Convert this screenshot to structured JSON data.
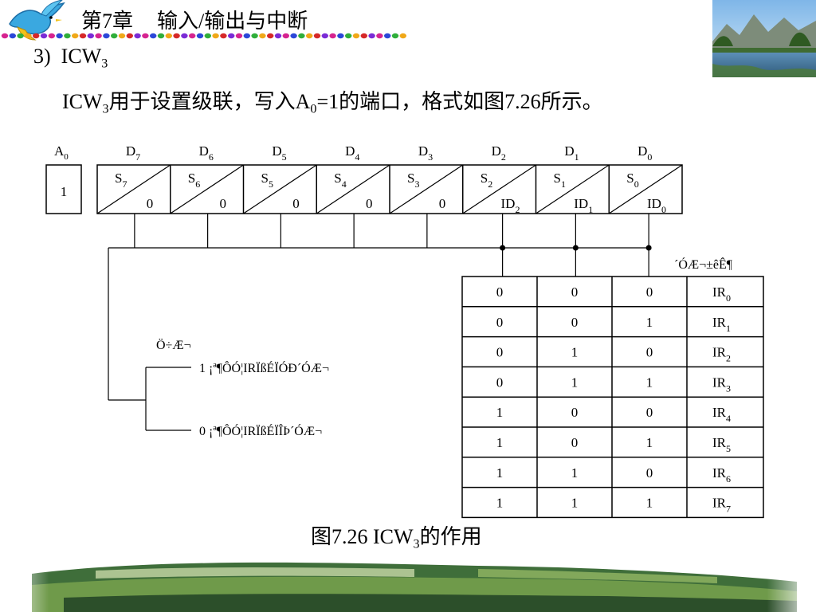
{
  "header": {
    "chapter_label": "第7章",
    "chapter_title": "输入/输出与中断"
  },
  "section": {
    "number": "3)",
    "name": "ICW",
    "name_sub": "3"
  },
  "intro": {
    "word": "ICW",
    "word_sub": "3",
    "text_a": "用于设置级联，写入A",
    "a_sub": "0",
    "text_b": "=1的端口，格式如图7.26所示。"
  },
  "register": {
    "a0_label": "A",
    "a0_sub": "0",
    "a0_value": "1",
    "bits": [
      {
        "d": "D",
        "d_sub": "7",
        "s": "S",
        "s_sub": "7",
        "v": "0",
        "v_sub": ""
      },
      {
        "d": "D",
        "d_sub": "6",
        "s": "S",
        "s_sub": "6",
        "v": "0",
        "v_sub": ""
      },
      {
        "d": "D",
        "d_sub": "5",
        "s": "S",
        "s_sub": "5",
        "v": "0",
        "v_sub": ""
      },
      {
        "d": "D",
        "d_sub": "4",
        "s": "S",
        "s_sub": "4",
        "v": "0",
        "v_sub": ""
      },
      {
        "d": "D",
        "d_sub": "3",
        "s": "S",
        "s_sub": "3",
        "v": "0",
        "v_sub": ""
      },
      {
        "d": "D",
        "d_sub": "2",
        "s": "S",
        "s_sub": "2",
        "v": "ID",
        "v_sub": "2"
      },
      {
        "d": "D",
        "d_sub": "1",
        "s": "S",
        "s_sub": "1",
        "v": "ID",
        "v_sub": "1"
      },
      {
        "d": "D",
        "d_sub": "0",
        "s": "S",
        "s_sub": "0",
        "v": "ID",
        "v_sub": "0"
      }
    ]
  },
  "labels": {
    "table_heading": "´ÓÆ¬±êÊ¶",
    "master_heading": "Ö÷Æ¬",
    "opt1": "1 ¡ª¶ÔÓ¦IRÏßÉÏÓÐ´ÓÆ¬",
    "opt0": "0 ¡ª¶ÔÓ¦IRÏßÉÏÎÞ´ÓÆ¬"
  },
  "id_table": [
    {
      "b2": "0",
      "b1": "0",
      "b0": "0",
      "ir": "IR",
      "ir_sub": "0"
    },
    {
      "b2": "0",
      "b1": "0",
      "b0": "1",
      "ir": "IR",
      "ir_sub": "1"
    },
    {
      "b2": "0",
      "b1": "1",
      "b0": "0",
      "ir": "IR",
      "ir_sub": "2"
    },
    {
      "b2": "0",
      "b1": "1",
      "b0": "1",
      "ir": "IR",
      "ir_sub": "3"
    },
    {
      "b2": "1",
      "b1": "0",
      "b0": "0",
      "ir": "IR",
      "ir_sub": "4"
    },
    {
      "b2": "1",
      "b1": "0",
      "b0": "1",
      "ir": "IR",
      "ir_sub": "5"
    },
    {
      "b2": "1",
      "b1": "1",
      "b0": "0",
      "ir": "IR",
      "ir_sub": "6"
    },
    {
      "b2": "1",
      "b1": "1",
      "b0": "1",
      "ir": "IR",
      "ir_sub": "7"
    }
  ],
  "caption": {
    "prefix": "图7.26  ICW",
    "sub": "3",
    "suffix": "的作用"
  },
  "colors": {
    "bird_blue": "#3aa8e0",
    "bird_yellow": "#f2c21a",
    "bead_palette": [
      "#d6238f",
      "#2b47d8",
      "#2fae3a",
      "#f0a818",
      "#d62828",
      "#7a2bd6"
    ],
    "line": "#000000"
  }
}
